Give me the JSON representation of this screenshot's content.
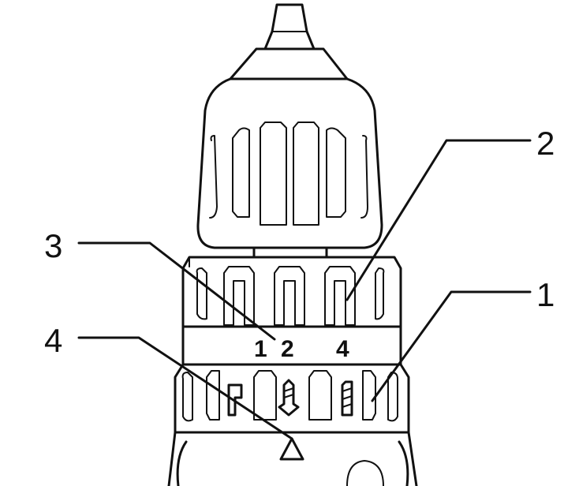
{
  "callouts": {
    "c1": "1",
    "c2": "2",
    "c3": "3",
    "c4": "4"
  },
  "speed_ring": {
    "mark_1": "1",
    "mark_2": "2",
    "mark_4": "4"
  },
  "colors": {
    "line": "#111111",
    "background": "#ffffff"
  }
}
